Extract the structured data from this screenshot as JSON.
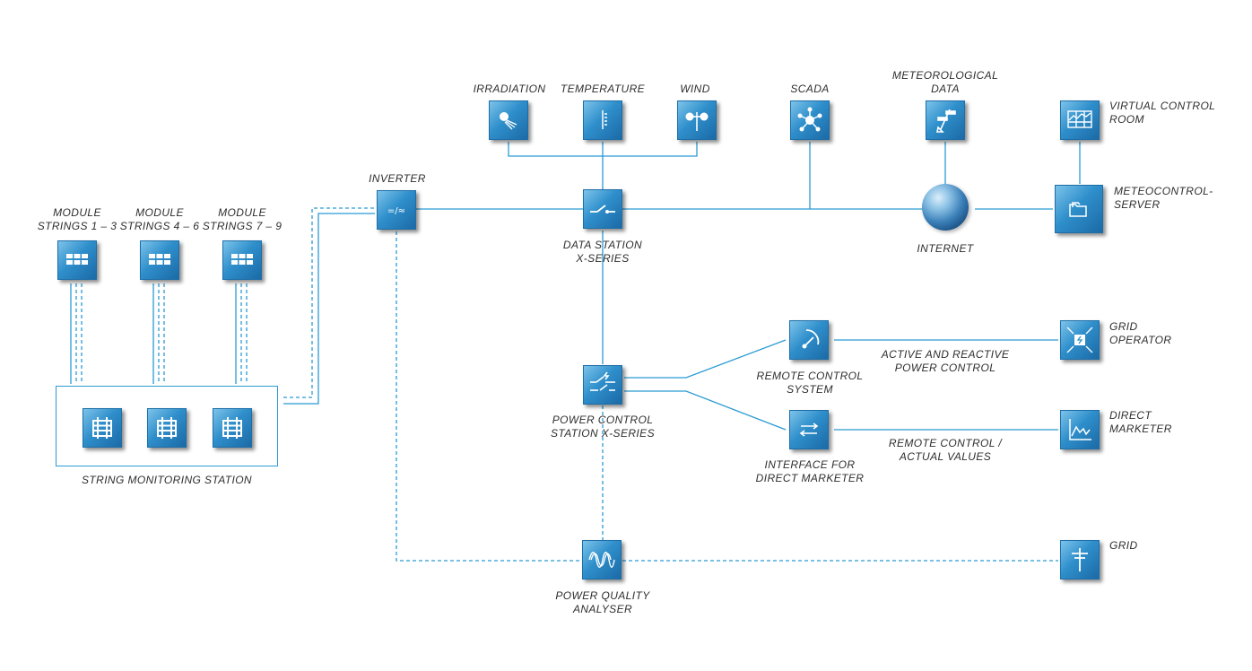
{
  "diagram": {
    "nodes": {
      "module_strings_1_3": "MODULE\nSTRINGS 1 – 3",
      "module_strings_4_6": "MODULE\nSTRINGS 4 – 6",
      "module_strings_7_9": "MODULE\nSTRINGS 7 – 9",
      "string_monitoring_station": "STRING MONITORING STATION",
      "inverter": "INVERTER",
      "irradiation": "IRRADIATION",
      "temperature": "TEMPERATURE",
      "wind": "WIND",
      "scada": "SCADA",
      "meteorological_data": "METEOROLOGICAL\nDATA",
      "virtual_control_room": "VIRTUAL CONTROL\nROOM",
      "data_station": "DATA STATION\nX-SERIES",
      "internet": "INTERNET",
      "meteocontrol_server": "METEOCONTROL-\nSERVER",
      "remote_control_system": "REMOTE CONTROL\nSYSTEM",
      "grid_operator": "GRID\nOPERATOR",
      "power_control_station": "POWER CONTROL\nSTATION X-SERIES",
      "interface_direct_marketer": "INTERFACE FOR\nDIRECT MARKETER",
      "direct_marketer": "DIRECT\nMARKETER",
      "power_quality_analyser": "POWER QUALITY\nANALYSER",
      "grid": "GRID"
    },
    "edge_labels": {
      "active_reactive": "ACTIVE AND REACTIVE\nPOWER CONTROL",
      "remote_actual": "REMOTE CONTROL /\nACTUAL VALUES"
    },
    "colors": {
      "line": "#2b9ad4",
      "node_light": "#7cc3ea",
      "node_dark": "#1b6aa6",
      "text": "#2e2e2e"
    }
  }
}
